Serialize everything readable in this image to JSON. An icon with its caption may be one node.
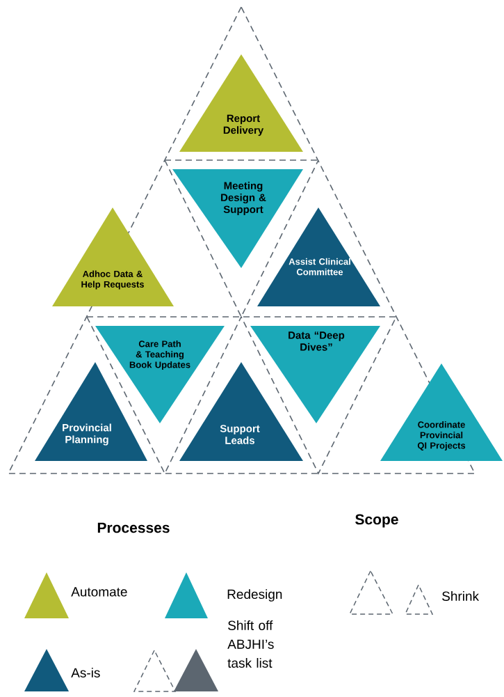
{
  "diagram": {
    "nodes": [
      {
        "text": [
          "Report Delivery"
        ]
      },
      {
        "text": [
          "Meeting Design & Support"
        ]
      },
      {
        "text": [
          "Adhoc Data & Help Requests"
        ]
      },
      {
        "text": [
          "Assist Clinical Committee"
        ]
      },
      {
        "text": [
          "Care Path & Teaching Book Updates"
        ]
      },
      {
        "text": [
          "Data “Deep Dives”"
        ]
      },
      {
        "text": [
          "Provincial Planning"
        ]
      },
      {
        "text": [
          "Support Leads"
        ]
      },
      {
        "text": [
          "Coordinate Provincial QI Projects"
        ]
      }
    ],
    "labels": [
      "Processes",
      "Scope"
    ],
    "legend": [
      {
        "text": "Automate",
        "color": "#b5bd33"
      },
      {
        "text": "Redesign",
        "color": "#1ba9b8"
      },
      {
        "text": "As-is",
        "color": "#115a7d"
      },
      {
        "text": "Shift off ABJHI’s task list"
      },
      {
        "text": "Shrink"
      }
    ]
  }
}
